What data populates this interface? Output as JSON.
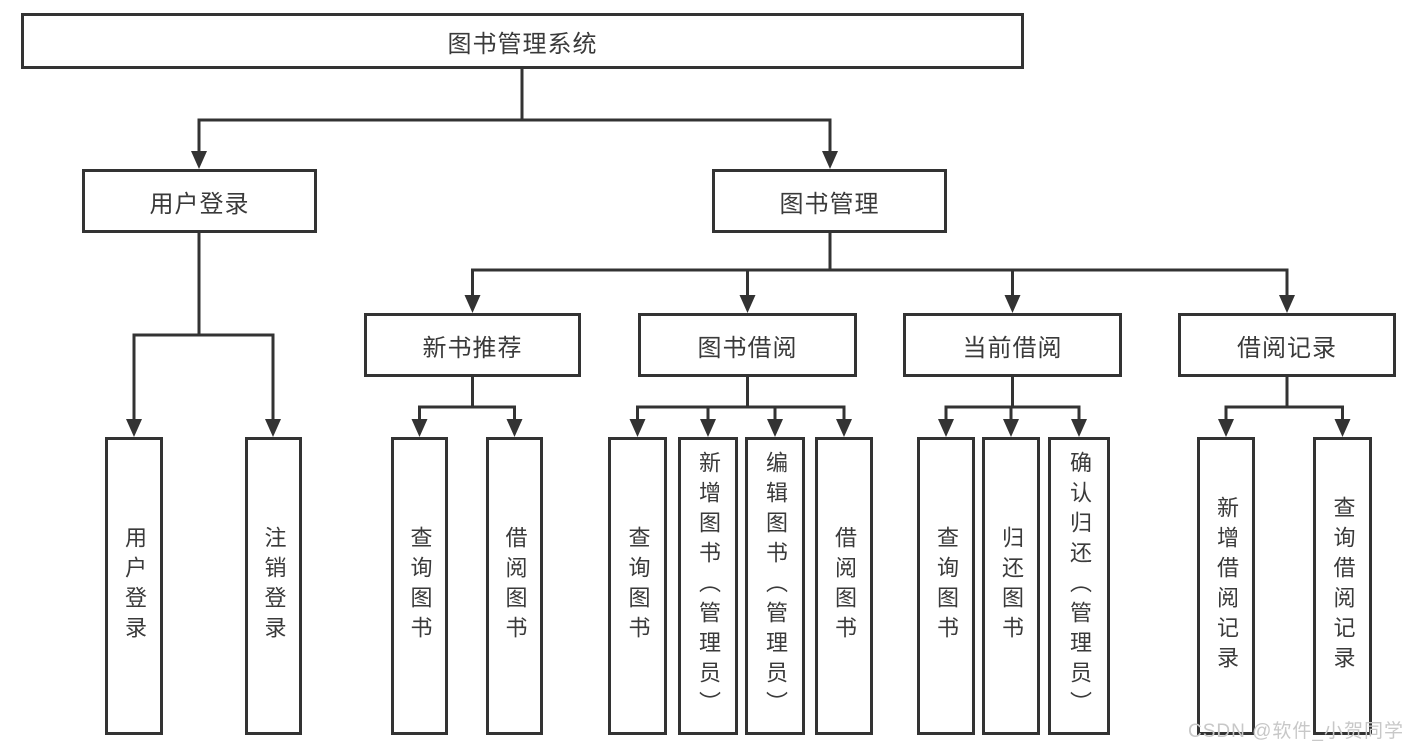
{
  "diagram": {
    "type": "hierarchy-tree",
    "tree": {
      "root": {
        "label": "图书管理系统",
        "children": [
          {
            "label": "用户登录",
            "children": [
              {
                "label": "用户登录"
              },
              {
                "label": "注销登录"
              }
            ]
          },
          {
            "label": "图书管理",
            "children": [
              {
                "label": "新书推荐",
                "children": [
                  {
                    "label": "查询图书"
                  },
                  {
                    "label": "借阅图书"
                  }
                ]
              },
              {
                "label": "图书借阅",
                "children": [
                  {
                    "label": "查询图书"
                  },
                  {
                    "label": "新增图书（管理员）"
                  },
                  {
                    "label": "编辑图书（管理员）"
                  },
                  {
                    "label": "借阅图书"
                  }
                ]
              },
              {
                "label": "当前借阅",
                "children": [
                  {
                    "label": "查询图书"
                  },
                  {
                    "label": "归还图书"
                  },
                  {
                    "label": "确认归还（管理员）"
                  }
                ]
              },
              {
                "label": "借阅记录",
                "children": [
                  {
                    "label": "新增借阅记录"
                  },
                  {
                    "label": "查询借阅记录"
                  }
                ]
              }
            ]
          }
        ]
      }
    },
    "colors": {
      "line": "#333333",
      "box_border": "#333333",
      "text": "#3a3a3a",
      "background": "#ffffff",
      "watermark": "#c8c8c8"
    }
  },
  "watermark": {
    "text": "CSDN @软件_小贺同学"
  }
}
